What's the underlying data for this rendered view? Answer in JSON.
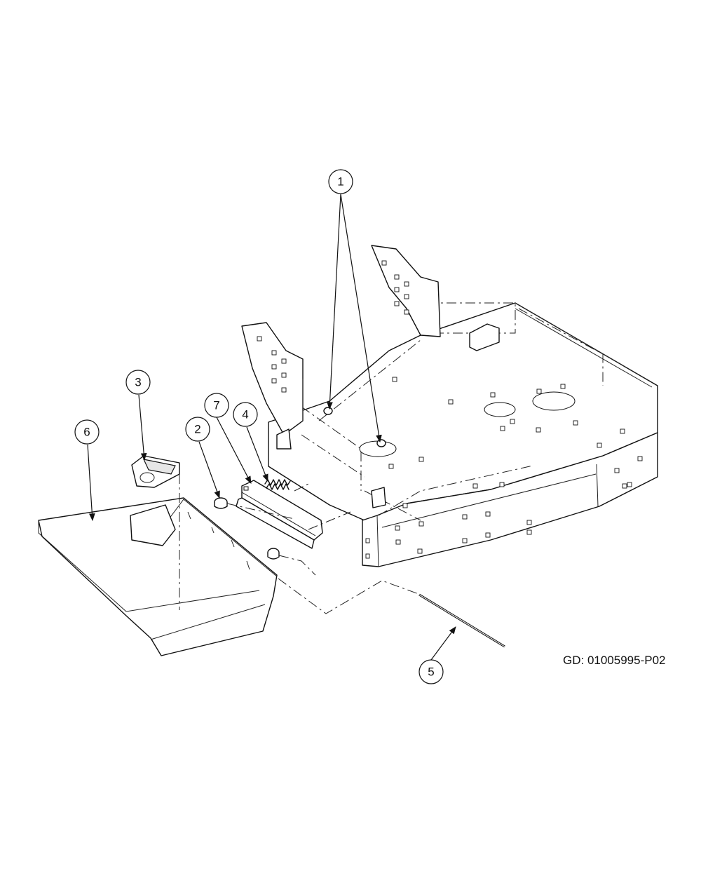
{
  "callouts": [
    {
      "id": "c1",
      "label": "1"
    },
    {
      "id": "c2",
      "label": "2"
    },
    {
      "id": "c3",
      "label": "3"
    },
    {
      "id": "c4",
      "label": "4"
    },
    {
      "id": "c5",
      "label": "5"
    },
    {
      "id": "c6",
      "label": "6"
    },
    {
      "id": "c7",
      "label": "7"
    }
  ],
  "drawing_id": "GD: 01005995-P02"
}
